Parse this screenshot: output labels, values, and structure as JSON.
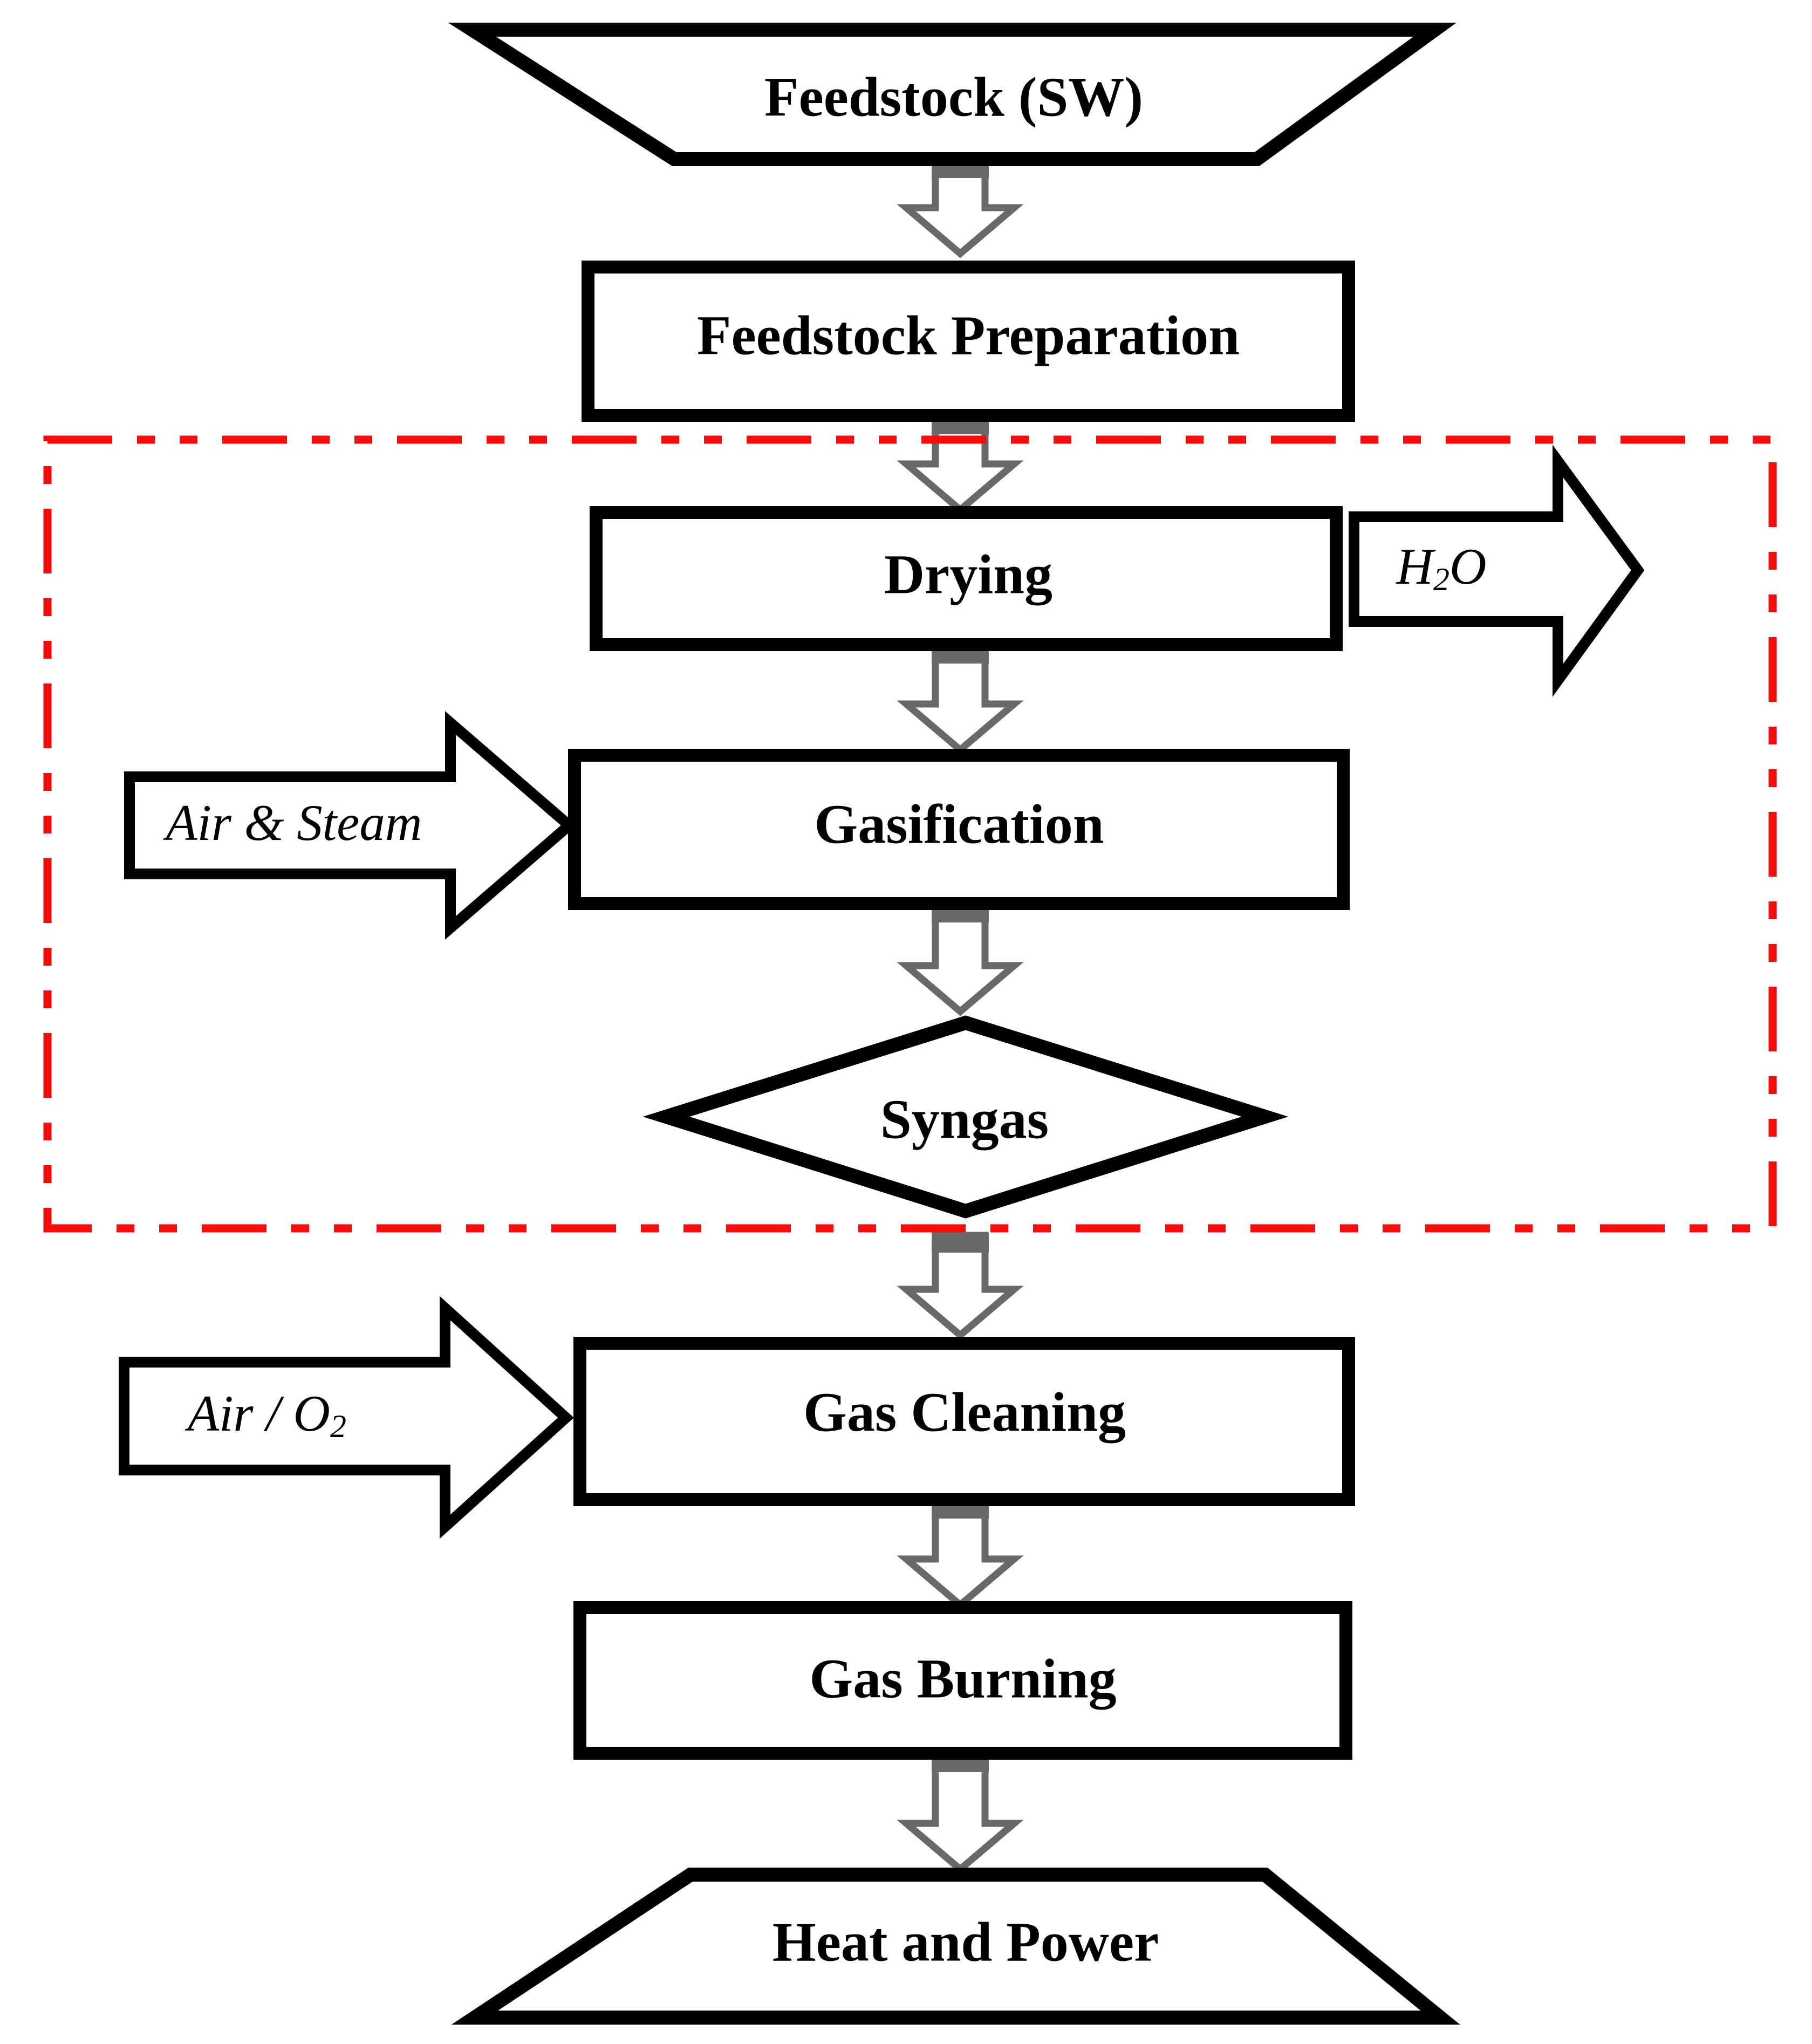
{
  "diagram": {
    "type": "flowchart",
    "background": "#ffffff",
    "colors": {
      "shape_stroke": "#000000",
      "flow_arrow_gray": "#696969",
      "boundary_red": "#f80b0b",
      "text": "#000000"
    },
    "nodes": {
      "feedstock": "Feedstock (SW)",
      "feedstock_preparation": "Feedstock Preparation",
      "drying": "Drying",
      "gasification": "Gasification",
      "syngas": "Syngas",
      "gas_cleaning": "Gas Cleaning",
      "gas_burning": "Gas Burning",
      "heat_and_power": "Heat and Power"
    },
    "stream_labels": {
      "h2o_main": "H",
      "h2o_sub": "2",
      "h2o_end": "O",
      "air_steam": "Air & Steam",
      "air_o2_main": "Air / O",
      "air_o2_sub": "2"
    }
  }
}
